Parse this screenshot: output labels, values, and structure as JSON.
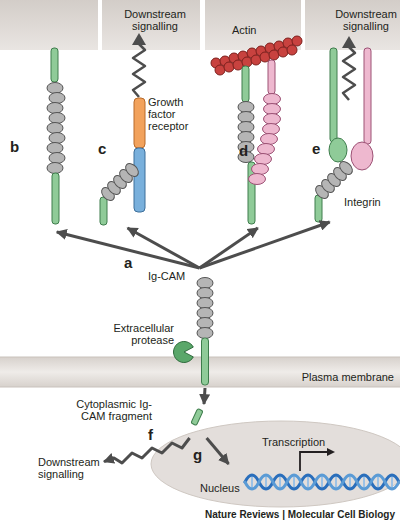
{
  "diagram": {
    "caption": "Nature Reviews | Molecular Cell Biology",
    "nodes": [
      {
        "text": [
          "b"
        ]
      },
      {
        "text": [
          "c"
        ]
      },
      {
        "text": [
          "d"
        ]
      },
      {
        "text": [
          "e"
        ]
      },
      {
        "text": [
          "Ig-CAM"
        ]
      },
      {
        "text": [
          "Cytoplasmic Ig-CAM fragment"
        ]
      },
      {
        "text": [
          "Downstream signalling"
        ]
      },
      {
        "text": [
          "Transcription",
          "Nucleus"
        ]
      }
    ],
    "edges": [
      {
        "from": 4,
        "to": 0,
        "arrow": "to"
      },
      {
        "from": 4,
        "to": 1,
        "arrow": "to"
      },
      {
        "from": 4,
        "to": 2,
        "arrow": "to"
      },
      {
        "from": 4,
        "to": 3,
        "arrow": "to"
      },
      {
        "from": 4,
        "to": 5,
        "arrow": "to"
      },
      {
        "from": 5,
        "to": 6,
        "label": "f",
        "arrow": "to"
      },
      {
        "from": 5,
        "to": 7,
        "label": "g",
        "arrow": "to"
      }
    ],
    "labels": [
      "a",
      "Downstream signalling",
      "Growth factor receptor",
      "Actin",
      "Downstream signalling",
      "Integrin",
      "Extracellular protease",
      "Plasma membrane"
    ]
  }
}
